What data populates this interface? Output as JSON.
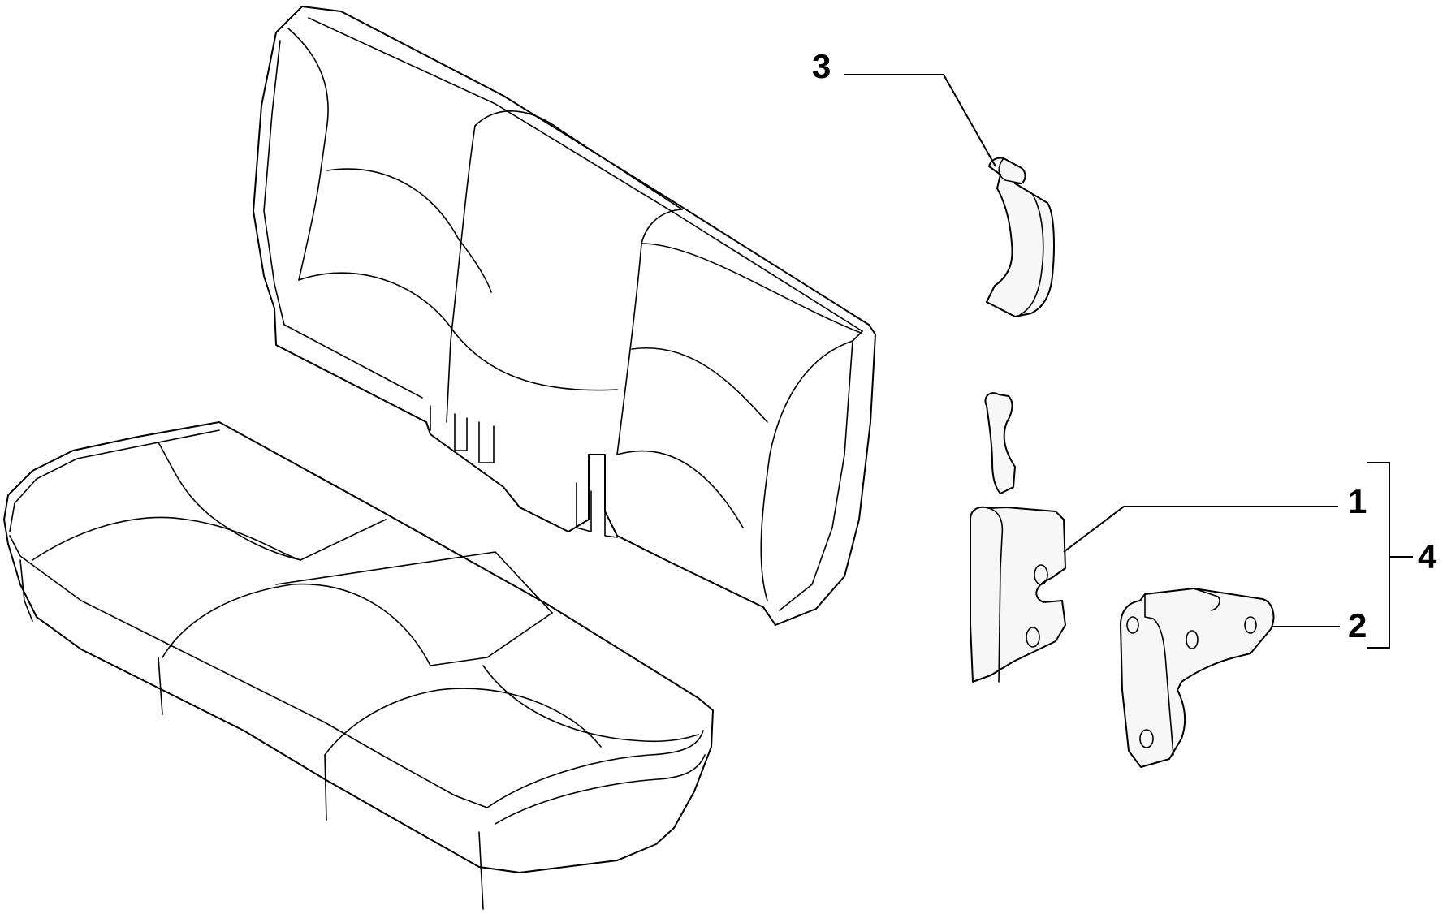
{
  "diagram": {
    "callouts": {
      "latch": "1",
      "bracket": "2",
      "release_handle": "3",
      "latch_assembly": "4"
    },
    "colors": {
      "line": "#000000",
      "background": "#ffffff",
      "part_fill": "#f7f7f7"
    }
  }
}
